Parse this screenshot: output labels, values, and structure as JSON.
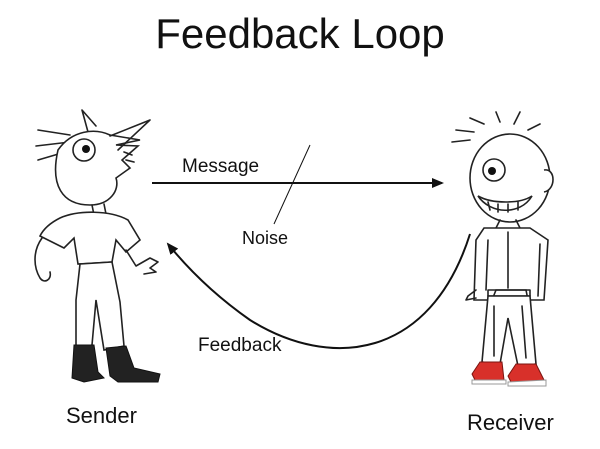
{
  "title": "Feedback Loop",
  "labels": {
    "message": "Message",
    "noise": "Noise",
    "feedback": "Feedback",
    "sender": "Sender",
    "receiver": "Receiver"
  },
  "colors": {
    "ink": "#222222",
    "sender_boots": "#222222",
    "receiver_sneakers": "#d8302a"
  }
}
